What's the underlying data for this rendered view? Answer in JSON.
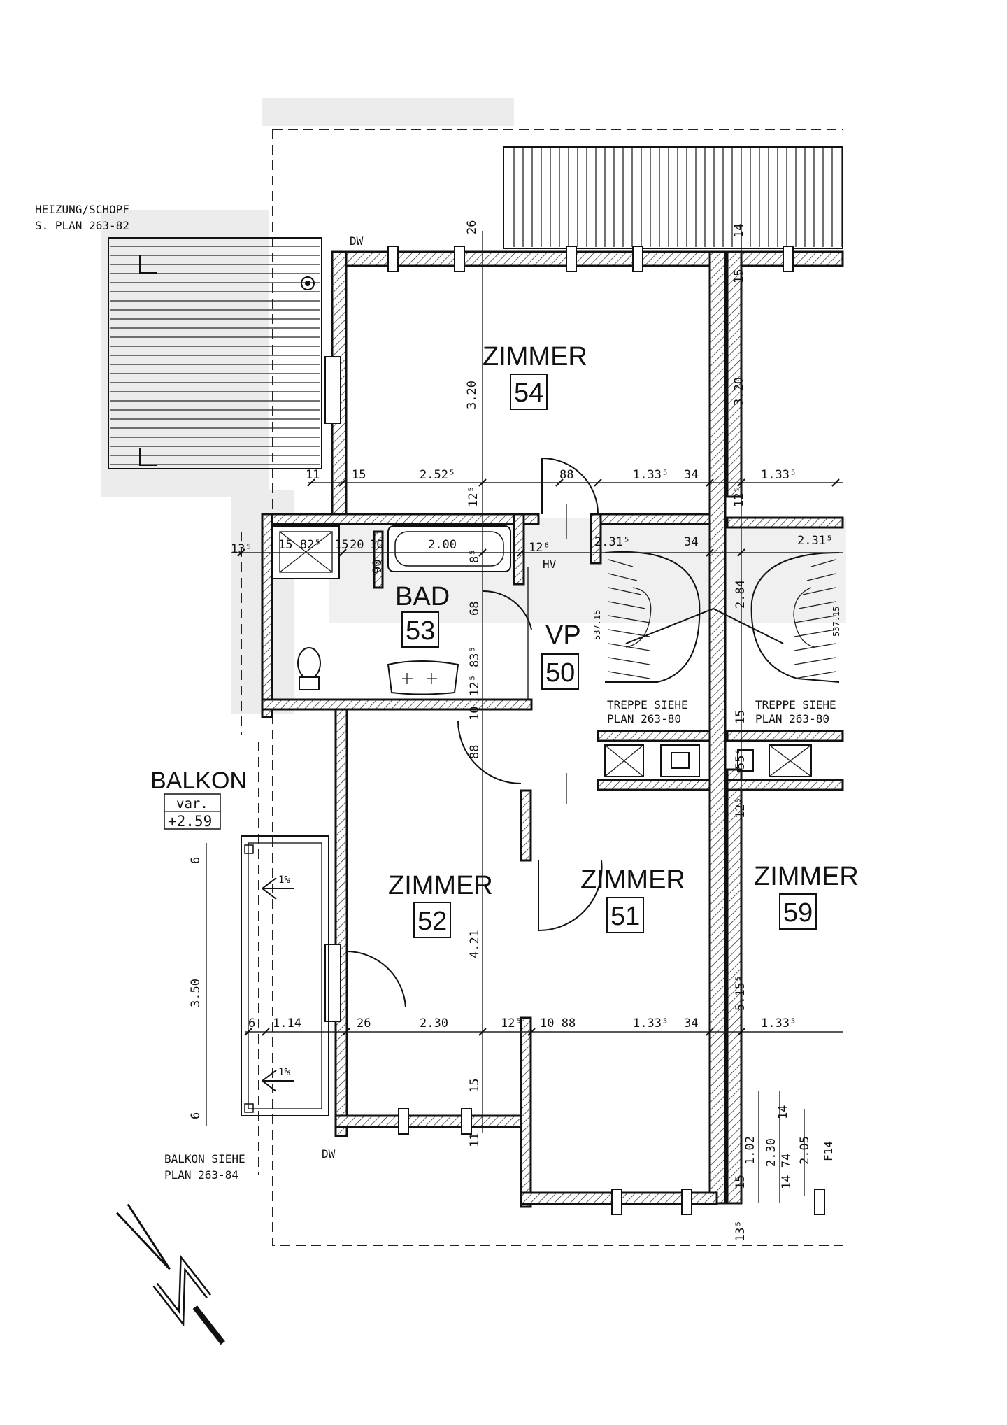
{
  "notes": {
    "heizung_line1": "HEIZUNG/SCHOPF",
    "heizung_line2": "S. PLAN 263-82",
    "balkon_line1": "BALKON SIEHE",
    "balkon_line2": "PLAN 263-84",
    "treppe_a_line1": "TREPPE SIEHE",
    "treppe_a_line2": "PLAN 263-80",
    "treppe_b_line1": "TREPPE SIEHE",
    "treppe_b_line2": "PLAN 263-80",
    "dw_top": "DW",
    "dw_bottom": "DW",
    "hv": "HV",
    "f14": "F14"
  },
  "balkon": {
    "label": "BALKON",
    "level_label": "var.",
    "level_value": "+2.59",
    "slope_1": "1%",
    "slope_2": "1%"
  },
  "rooms": [
    {
      "label": "ZIMMER",
      "number": "54"
    },
    {
      "label": "BAD",
      "number": "53"
    },
    {
      "label": "VP",
      "number": "50"
    },
    {
      "label": "ZIMMER",
      "number": "52"
    },
    {
      "label": "ZIMMER",
      "number": "51"
    },
    {
      "label": "ZIMMER",
      "number": "59"
    }
  ],
  "dimensions": {
    "d_26": "26",
    "d_14_top": "14",
    "d_15_top": "15",
    "d_320_a": "3.20",
    "d_320_b": "3.20",
    "d_11": "11",
    "d_15": "15",
    "d_252": "2.52⁵",
    "d_125a": "12⁵",
    "d_88a": "88",
    "d_1335a": "1.33⁵",
    "d_34a": "34",
    "d_125b": "12⁵",
    "d_1335b": "1.33⁵",
    "d_135": "13⁵",
    "d_15825": "15 82⁵",
    "d_15b": "15",
    "d_20": "20",
    "d_10": "10",
    "d_200": "2.00",
    "d_126": "12⁶",
    "d_2315a": "2.31⁵",
    "d_34b": "34",
    "d_2315b": "2.31⁵",
    "d_90": "90",
    "d_85": "8⁵",
    "d_68": "68",
    "d_284": "2.84",
    "d_53715a": "537.15",
    "d_53715b": "537.15",
    "d_125_835": "12⁵ 83⁵",
    "d_10b": "10",
    "d_88b": "88",
    "d_15c": "15",
    "d_554": "55⁴",
    "d_125c": "12⁵",
    "d_6a": "6",
    "d_350": "3.50",
    "d_6b": "6",
    "d_421": "4.21",
    "d_515": "5.15⁵",
    "d_6c": "6",
    "d_114": "1.14",
    "d_26b": "26",
    "d_230": "2.30",
    "d_125d": "12⁵",
    "d_1088": "10 88",
    "d_1335c": "1.33⁵",
    "d_34c": "34",
    "d_1335d": "1.33⁵",
    "d_15d": "15",
    "d_11b": "11",
    "d_14b": "14",
    "d_102": "1.02",
    "d_230b": "2.30",
    "d_1474": "14 74",
    "d_205": "2.05",
    "d_15e": "15",
    "d_135b": "13⁵"
  },
  "north": {
    "letter": "N"
  }
}
